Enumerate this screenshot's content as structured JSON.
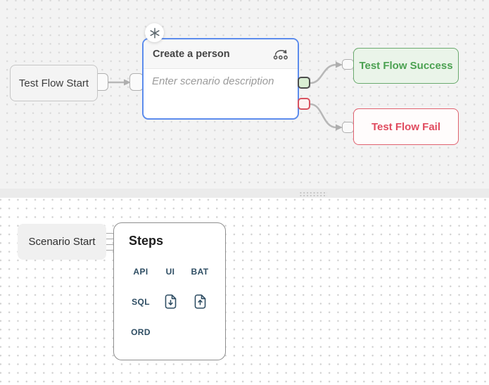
{
  "colors": {
    "selected_node_border": "#5c8ced",
    "success_text": "#4ba151",
    "success_border": "#6aaa6e",
    "success_bg": "#eaf4e9",
    "fail_text": "#e04a5e",
    "fail_border": "#e0616f",
    "fail_bg": "#fffcfc",
    "success_port_bg": "#d9eed3",
    "success_port_border": "#4d4d4d",
    "fail_port_bg": "#fdf2f2",
    "fail_port_border": "#d8525f",
    "connector": "#b5b5b5",
    "palette_item_text": "#2e4d63"
  },
  "flow": {
    "start_node": {
      "label": "Test Flow Start"
    },
    "scenario_node": {
      "title": "Create a person",
      "description_value": "",
      "description_placeholder": "Enter scenario description",
      "header_icon": "run-steps-icon",
      "badge_icon": "asterisk-icon"
    },
    "success_node": {
      "label": "Test Flow Success"
    },
    "fail_node": {
      "label": "Test Flow Fail"
    }
  },
  "palette": {
    "start_node": {
      "label": "Scenario Start"
    },
    "steps_panel": {
      "title": "Steps",
      "items": [
        {
          "type": "text",
          "label": "API"
        },
        {
          "type": "text",
          "label": "UI"
        },
        {
          "type": "text",
          "label": "BAT"
        },
        {
          "type": "text",
          "label": "SQL"
        },
        {
          "type": "icon",
          "icon": "file-download-icon"
        },
        {
          "type": "icon",
          "icon": "file-upload-icon"
        },
        {
          "type": "text",
          "label": "ORD"
        }
      ]
    }
  }
}
